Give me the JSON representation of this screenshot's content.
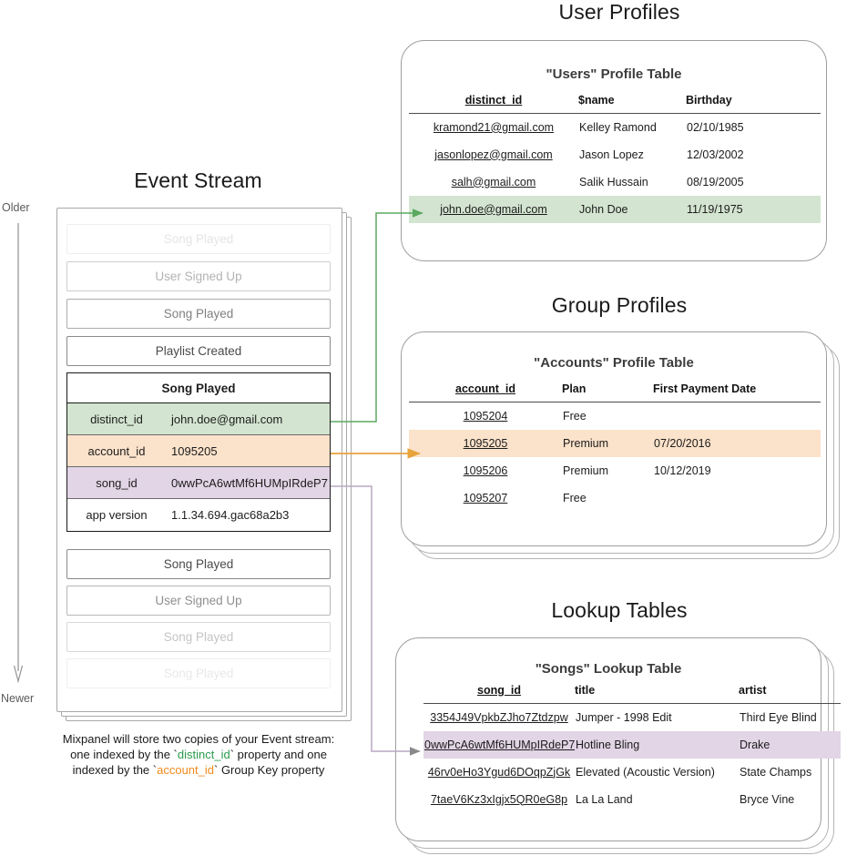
{
  "sections": {
    "event_stream_title": "Event Stream",
    "user_profiles_title": "User Profiles",
    "group_profiles_title": "Group Profiles",
    "lookup_tables_title": "Lookup Tables"
  },
  "timeline": {
    "older_label": "Older",
    "newer_label": "Newer"
  },
  "event_stream": {
    "events_above": [
      {
        "label": "Song Played",
        "opacity": "0.14"
      },
      {
        "label": "User Signed Up",
        "opacity": "0.42"
      },
      {
        "label": "Song Played",
        "opacity": "0.70"
      },
      {
        "label": "Playlist Created",
        "opacity": "1"
      }
    ],
    "events_below": [
      {
        "label": "Song Played",
        "opacity": "1"
      },
      {
        "label": "User Signed Up",
        "opacity": "0.62"
      },
      {
        "label": "Song Played",
        "opacity": "0.32"
      },
      {
        "label": "Song Played",
        "opacity": "0.12"
      }
    ],
    "selected_event": {
      "name": "Song Played",
      "properties": [
        {
          "key": "distinct_id",
          "value": "john.doe@gmail.com",
          "highlight": "green"
        },
        {
          "key": "account_id",
          "value": "1095205",
          "highlight": "orange"
        },
        {
          "key": "song_id",
          "value": "0wwPcA6wtMf6HUMpIRdeP7",
          "highlight": "purple"
        },
        {
          "key": "app version",
          "value": "1.1.34.694.gac68a2b3",
          "highlight": "none"
        }
      ]
    },
    "caption": {
      "line1": "Mixpanel will store two copies of your Event stream:",
      "line2_a": "one indexed by the `",
      "line2_key": "distinct_id",
      "line2_b": "` property and one",
      "line3_a": "indexed by the `",
      "line3_key": "account_id",
      "line3_b": "` Group Key property"
    }
  },
  "users_table": {
    "title": "\"Users\" Profile Table",
    "columns": [
      "distinct_id",
      "$name",
      "Birthday"
    ],
    "rows": [
      {
        "cells": [
          "kramond21@gmail.com",
          "Kelley Ramond",
          "02/10/1985"
        ],
        "highlight": "none"
      },
      {
        "cells": [
          "jasonlopez@gmail.com",
          "Jason Lopez",
          "12/03/2002"
        ],
        "highlight": "none"
      },
      {
        "cells": [
          "salh@gmail.com",
          "Salik Hussain",
          "08/19/2005"
        ],
        "highlight": "none"
      },
      {
        "cells": [
          "john.doe@gmail.com",
          "John Doe",
          "11/19/1975"
        ],
        "highlight": "green"
      }
    ]
  },
  "accounts_table": {
    "title": "\"Accounts\" Profile Table",
    "columns": [
      "account_id",
      "Plan",
      "First Payment Date"
    ],
    "rows": [
      {
        "cells": [
          "1095204",
          "Free",
          ""
        ],
        "highlight": "none"
      },
      {
        "cells": [
          "1095205",
          "Premium",
          "07/20/2016"
        ],
        "highlight": "orange"
      },
      {
        "cells": [
          "1095206",
          "Premium",
          "10/12/2019"
        ],
        "highlight": "none"
      },
      {
        "cells": [
          "1095207",
          "Free",
          ""
        ],
        "highlight": "none"
      }
    ]
  },
  "songs_table": {
    "title": "\"Songs\" Lookup Table",
    "columns": [
      "song_id",
      "title",
      "artist"
    ],
    "rows": [
      {
        "cells": [
          "3354J49VpkbZJho7Ztdzpw",
          "Jumper - 1998 Edit",
          "Third Eye Blind"
        ],
        "highlight": "none"
      },
      {
        "cells": [
          "0wwPcA6wtMf6HUMpIRdeP7",
          "Hotline Bling",
          "Drake"
        ],
        "highlight": "purple"
      },
      {
        "cells": [
          "46rv0eHo3Ygud6DOqpZjGk",
          "Elevated (Acoustic Version)",
          "State Champs"
        ],
        "highlight": "none"
      },
      {
        "cells": [
          "7taeV6Kz3xIgjx5QR0eG8p",
          "La La Land",
          "Bryce Vine"
        ],
        "highlight": "none"
      }
    ]
  },
  "colors": {
    "green": "#d3e5d0",
    "orange": "#fbe2ca",
    "purple": "#e2d5e6",
    "green_arrow": "#5ba860",
    "orange_arrow": "#e8a33d",
    "purple_arrow": "#8a8a8a",
    "card_border": "#9e9e9e"
  }
}
